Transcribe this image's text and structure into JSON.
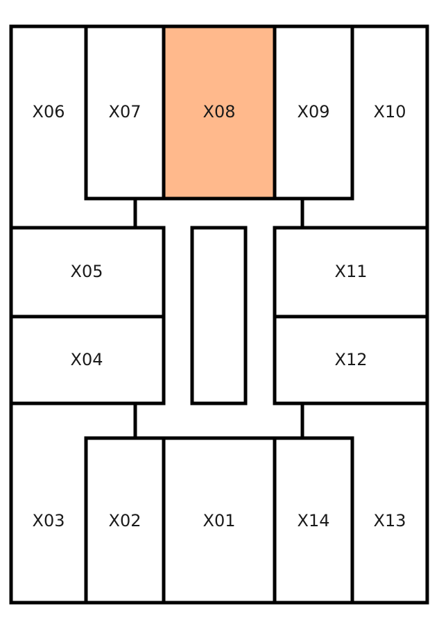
{
  "plan": {
    "highlight_color": "#FFB98C",
    "wall_color": "#000000",
    "rooms": {
      "X01": "X01",
      "X02": "X02",
      "X03": "X03",
      "X04": "X04",
      "X05": "X05",
      "X06": "X06",
      "X07": "X07",
      "X08": "X08",
      "X09": "X09",
      "X10": "X10",
      "X11": "X11",
      "X12": "X12",
      "X13": "X13",
      "X14": "X14"
    },
    "highlighted_room": "X08"
  }
}
